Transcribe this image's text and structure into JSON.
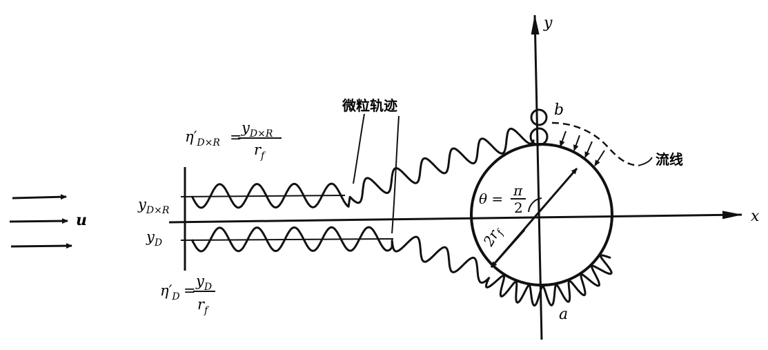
{
  "labels": {
    "y_axis": "y",
    "x_axis": "x",
    "velocity": "u",
    "particle_trajectory": "微粒轨迹",
    "streamline": "流线",
    "point_a": "a",
    "point_b": "b",
    "fiber_diameter": "2r",
    "fiber_diameter_sub": "f",
    "theta_lhs": "θ =",
    "theta_num": "π",
    "theta_den": "2",
    "y_dxr": "y",
    "y_dxr_sub": "D×R",
    "y_d": "y",
    "y_d_sub": "D",
    "eta_dxr_lhs": "η′",
    "eta_dxr_lhs_sub": "D×R",
    "eta_dxr_eq": "=",
    "eta_dxr_num": "y",
    "eta_dxr_num_sub": "D×R",
    "eta_dxr_den": "r",
    "eta_dxr_den_sub": "f",
    "eta_d_lhs": "η′",
    "eta_d_lhs_sub": "D",
    "eta_d_eq": "=",
    "eta_d_num": "y",
    "eta_d_num_sub": "D",
    "eta_d_den": "r",
    "eta_d_den_sub": "f"
  }
}
